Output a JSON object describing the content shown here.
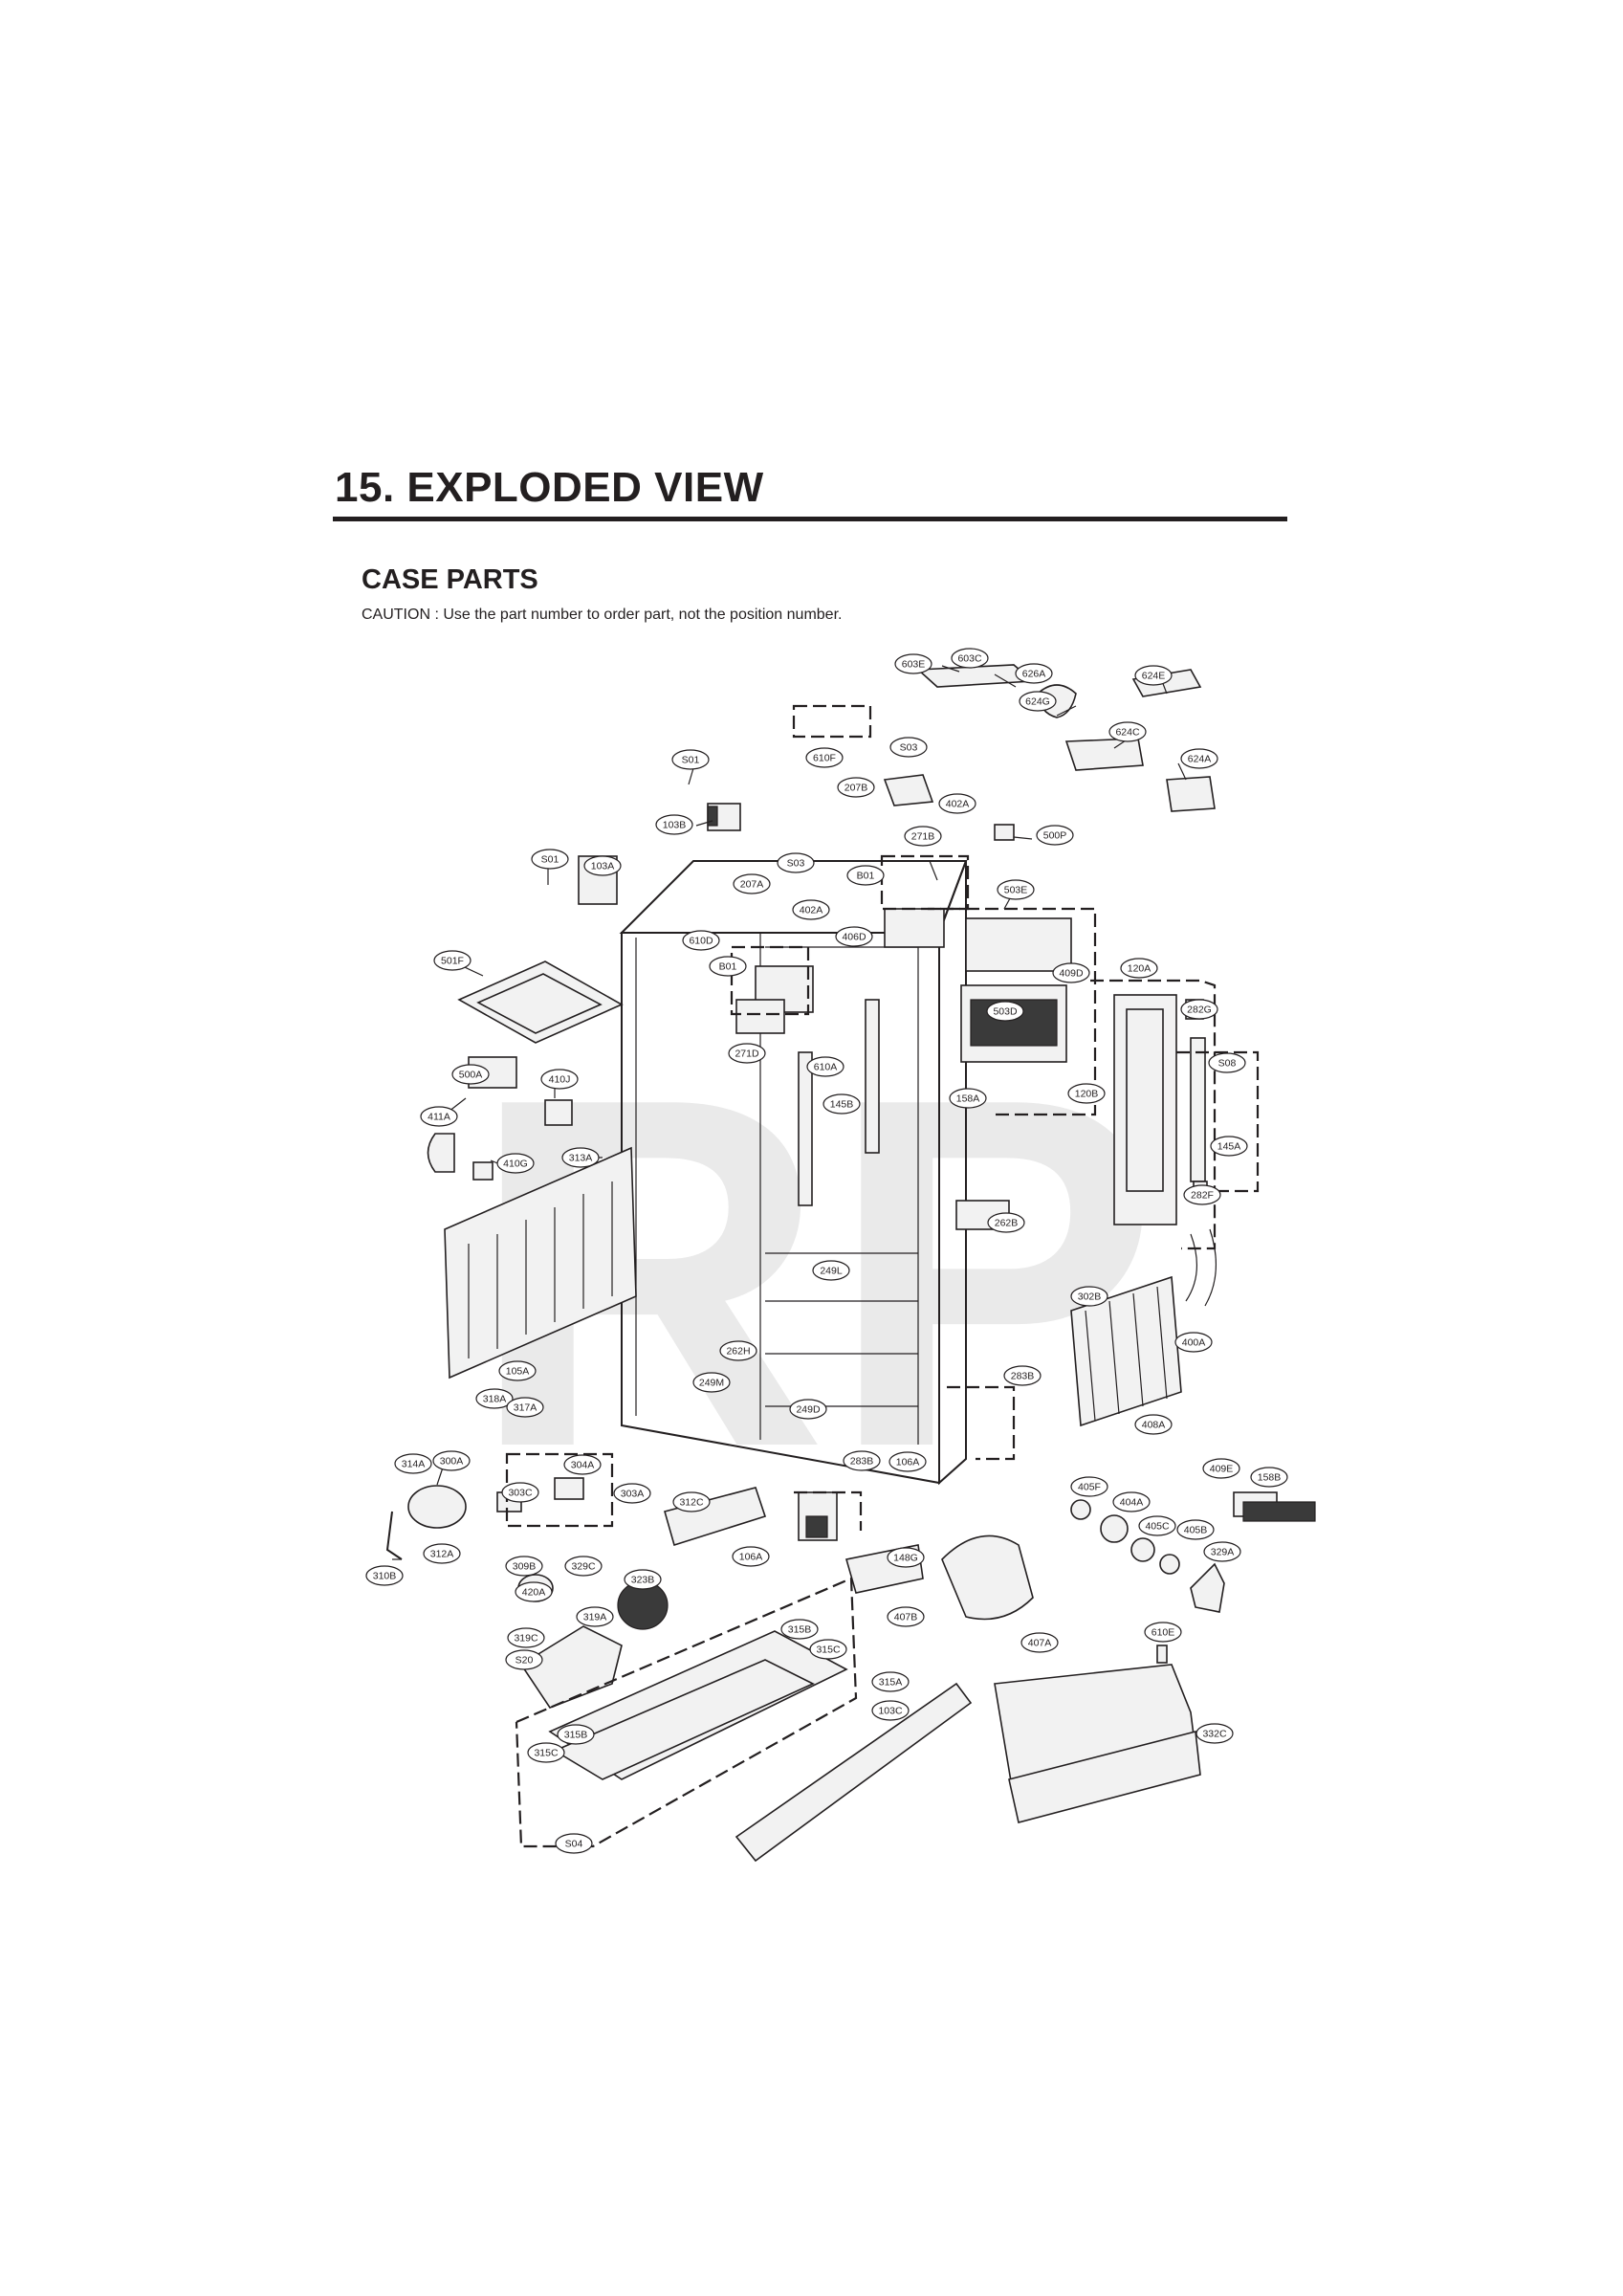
{
  "header": {
    "section_title": "15. EXPLODED VIEW",
    "sub_title": "CASE PARTS",
    "caution": "CAUTION : Use the part number to order part, not the position number."
  },
  "watermark": "RP",
  "callouts": [
    "603E",
    "603C",
    "626A",
    "624E",
    "624G",
    "624C",
    "624A",
    "610F",
    "S03",
    "207B",
    "402A",
    "500P",
    "S01",
    "103B",
    "271B",
    "S01",
    "103A",
    "207A",
    "S03",
    "B01",
    "503E",
    "402A",
    "406D",
    "610D",
    "B01",
    "501F",
    "409D",
    "120A",
    "282G",
    "503D",
    "271D",
    "S08",
    "500A",
    "410J",
    "610A",
    "158A",
    "120B",
    "145B",
    "411A",
    "410G",
    "313A",
    "145A",
    "282F",
    "262B",
    "249L",
    "302B",
    "262H",
    "400A",
    "105A",
    "249M",
    "318A",
    "317A",
    "249D",
    "283B",
    "408A",
    "314A",
    "300A",
    "304A",
    "283B",
    "106A",
    "405F",
    "409E",
    "158B",
    "303C",
    "303A",
    "312C",
    "404A",
    "405C",
    "405B",
    "329A",
    "312A",
    "310B",
    "309B",
    "329C",
    "106A",
    "148G",
    "420A",
    "323B",
    "319A",
    "407B",
    "610E",
    "319C",
    "315B",
    "315C",
    "407A",
    "S20",
    "315A",
    "103C",
    "315B",
    "315C",
    "332C",
    "S04"
  ]
}
